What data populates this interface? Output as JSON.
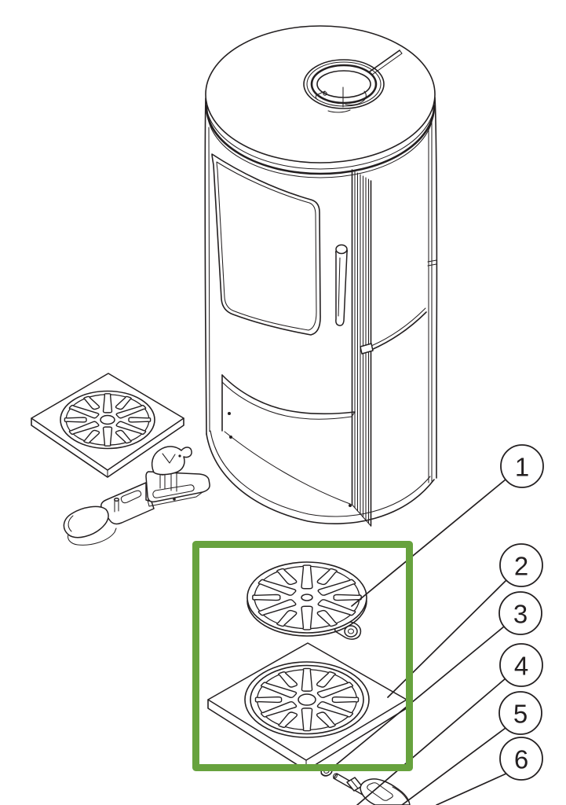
{
  "figure": {
    "background_color": "#ffffff",
    "line_color": "#231f20",
    "highlight_box_color": "#67a23e"
  },
  "callouts": [
    {
      "number": "1"
    },
    {
      "number": "2"
    },
    {
      "number": "3"
    },
    {
      "number": "4"
    },
    {
      "number": "5"
    },
    {
      "number": "6"
    }
  ]
}
